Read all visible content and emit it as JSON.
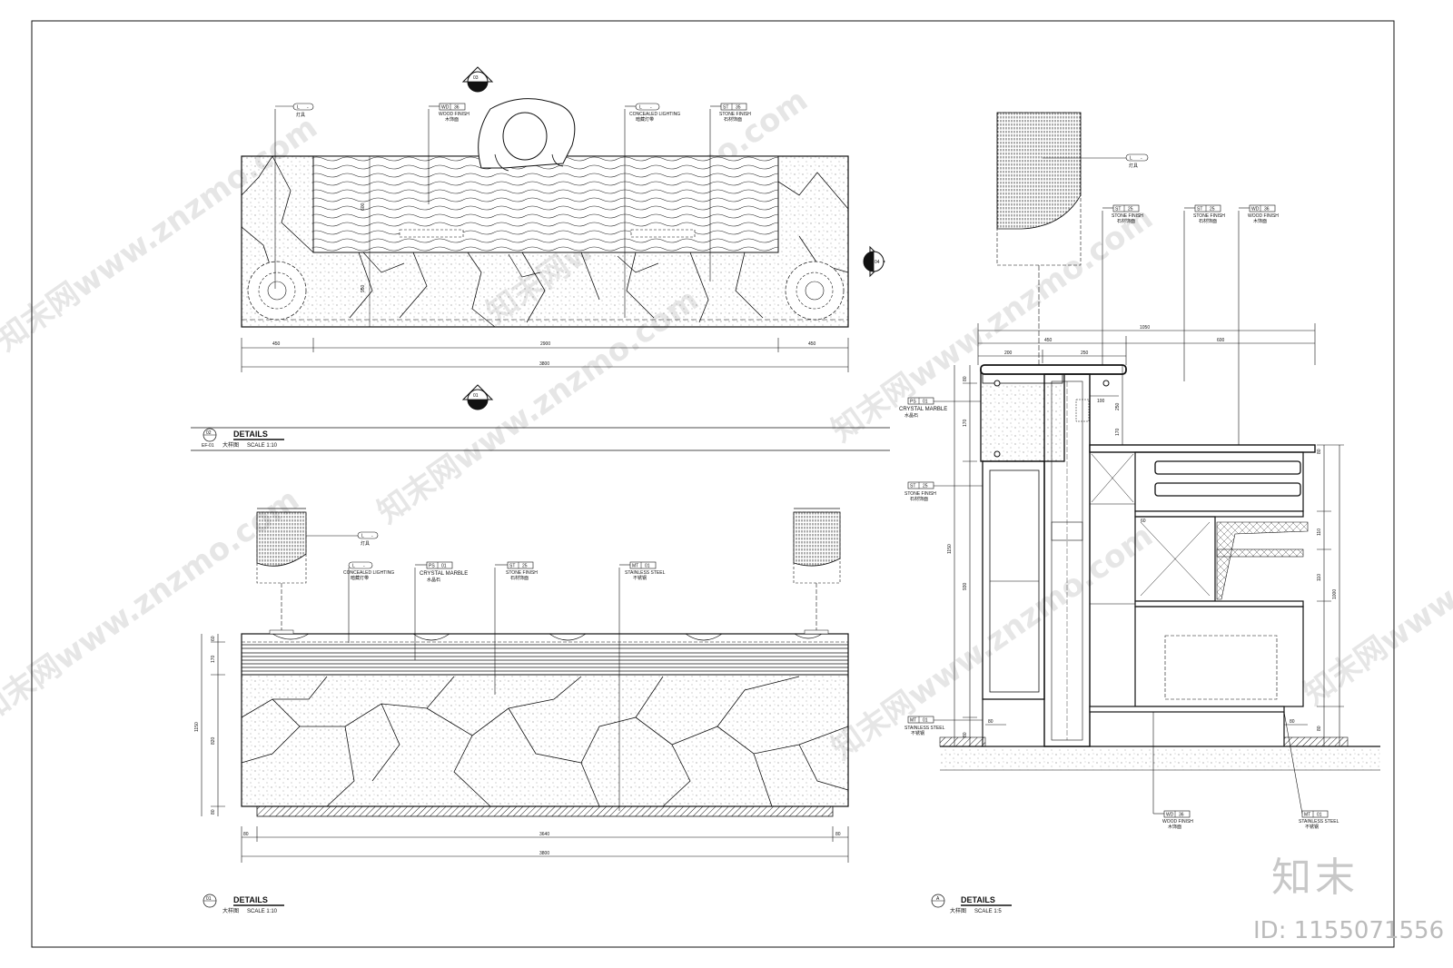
{
  "drawings": {
    "plan": {
      "number": "02",
      "ref": "EF-01",
      "title": "DETAILS",
      "subtitle": "大样图",
      "scale": "SCALE 1:10",
      "dims": [
        "450",
        "2900",
        "450",
        "3800",
        "600",
        "950"
      ],
      "section_marks": [
        "03",
        "01",
        "04"
      ],
      "tags": [
        {
          "code": "L",
          "num": "-",
          "desc": "灯具",
          "en": ""
        },
        {
          "code": "WD",
          "num": "36",
          "desc": "木饰面",
          "en": "WOOD FINISH"
        },
        {
          "code": "L",
          "num": "-",
          "desc": "暗藏灯带",
          "en": "CONCEALED LIGHTING"
        },
        {
          "code": "ST",
          "num": "35",
          "desc": "石材饰面",
          "en": "STONE FINISH"
        }
      ]
    },
    "elevation": {
      "number": "01",
      "title": "DETAILS",
      "subtitle": "大样图",
      "scale": "SCALE 1:10",
      "dims": [
        "80",
        "3640",
        "80",
        "3800",
        "60",
        "170",
        "1150",
        "820",
        "80"
      ],
      "tags": [
        {
          "code": "L",
          "num": "-",
          "desc": "灯具",
          "en": ""
        },
        {
          "code": "L",
          "num": "-",
          "desc": "暗藏灯带",
          "en": "CONCEALED LIGHTING"
        },
        {
          "code": "PS",
          "num": "01",
          "desc": "水晶石",
          "en": "CRYSTAL MARBLE"
        },
        {
          "code": "ST",
          "num": "25",
          "desc": "石材饰面",
          "en": "STONE FINISH"
        },
        {
          "code": "MT",
          "num": "01",
          "desc": "不锈钢",
          "en": "STAINLESS STEEL"
        }
      ]
    },
    "section": {
      "number": "A",
      "title": "DETAILS",
      "subtitle": "大样图",
      "scale": "SCALE 1:5",
      "dims_top": [
        "1050",
        "450",
        "600",
        "200",
        "250"
      ],
      "dims_left": [
        "80",
        "170",
        "1150",
        "930",
        "80"
      ],
      "dims_mid": [
        "250",
        "170",
        "100",
        "60"
      ],
      "dims_right": [
        "1000",
        "80",
        "80",
        "110",
        "110",
        "80"
      ],
      "tags": [
        {
          "code": "L",
          "num": "-",
          "desc": "灯具",
          "en": ""
        },
        {
          "code": "ST",
          "num": "25",
          "desc": "石材饰面",
          "en": "STONE FINISH"
        },
        {
          "code": "ST",
          "num": "25",
          "desc": "石材饰面",
          "en": "STONE FINISH"
        },
        {
          "code": "WD",
          "num": "36",
          "desc": "木饰面",
          "en": "WOOD FINISH"
        },
        {
          "code": "PS",
          "num": "01",
          "desc": "水晶石",
          "en": "CRYSTAL MARBLE"
        },
        {
          "code": "ST",
          "num": "25",
          "desc": "石材饰面",
          "en": "STONE FINISH"
        },
        {
          "code": "MT",
          "num": "01",
          "desc": "不锈钢",
          "en": "STAINLESS STEEL"
        },
        {
          "code": "WD",
          "num": "36",
          "desc": "木饰面",
          "en": "WOOD FINISH"
        },
        {
          "code": "MT",
          "num": "01",
          "desc": "不锈钢",
          "en": "STAINLESS STEEL"
        }
      ]
    }
  },
  "watermark": "知末网www.znzmo.com",
  "brand": "知末",
  "id_label": "ID: 1155071556"
}
